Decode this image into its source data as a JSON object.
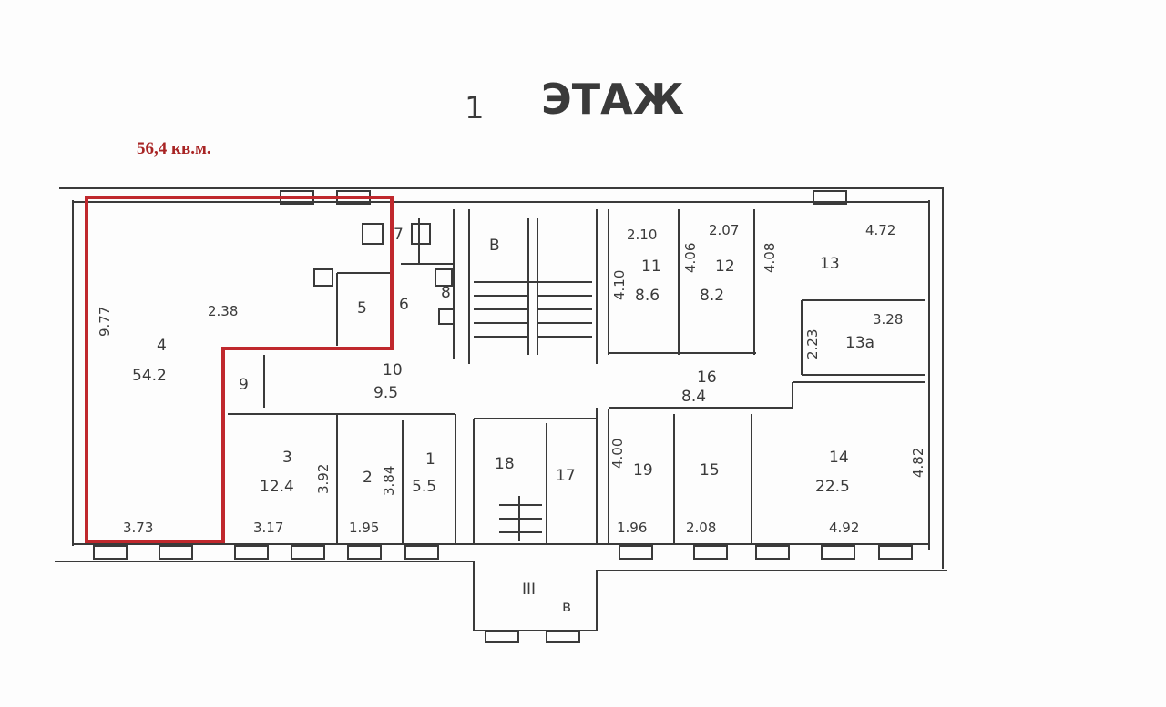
{
  "floor_title": {
    "number": "1",
    "word": "ЭТАЖ"
  },
  "highlighted_area": "56,4 кв.м.",
  "highlight_color": "#c0282d",
  "line_color": "#3a3a3a",
  "rooms": {
    "r4": {
      "num": "4",
      "area": "54.2"
    },
    "r10": {
      "num": "10",
      "area": "9.5"
    },
    "r3": {
      "num": "3",
      "area": "12.4"
    },
    "r2": {
      "num": "2"
    },
    "r1": {
      "num": "1",
      "area": "5.5"
    },
    "r18": {
      "num": "18"
    },
    "r17": {
      "num": "17"
    },
    "r19": {
      "num": "19"
    },
    "r15": {
      "num": "15"
    },
    "r14": {
      "num": "14",
      "area": "22.5"
    },
    "r16": {
      "num": "16",
      "area": "8.4"
    },
    "r11": {
      "num": "11",
      "area": "8.6"
    },
    "r12": {
      "num": "12",
      "area": "8.2"
    },
    "r13": {
      "num": "13"
    },
    "r13a": {
      "num": "13a"
    },
    "r5": {
      "num": "5"
    },
    "r6": {
      "num": "6"
    },
    "r7": {
      "num": "7"
    },
    "r8": {
      "num": "8"
    },
    "r9": {
      "num": "9"
    },
    "rB": {
      "num": "В"
    },
    "rV": {
      "num": "в"
    },
    "rIII": {
      "num": "III"
    }
  },
  "dims": [
    "9.77",
    "2.38",
    "3.73",
    "3.92",
    "3.17",
    "3.84",
    "1.95",
    "4.00",
    "1.96",
    "2.08",
    "4.82",
    "4.92",
    "2.10",
    "4.10",
    "2.07",
    "4.06",
    "4.08",
    "4.72",
    "3.28",
    "2.23"
  ]
}
